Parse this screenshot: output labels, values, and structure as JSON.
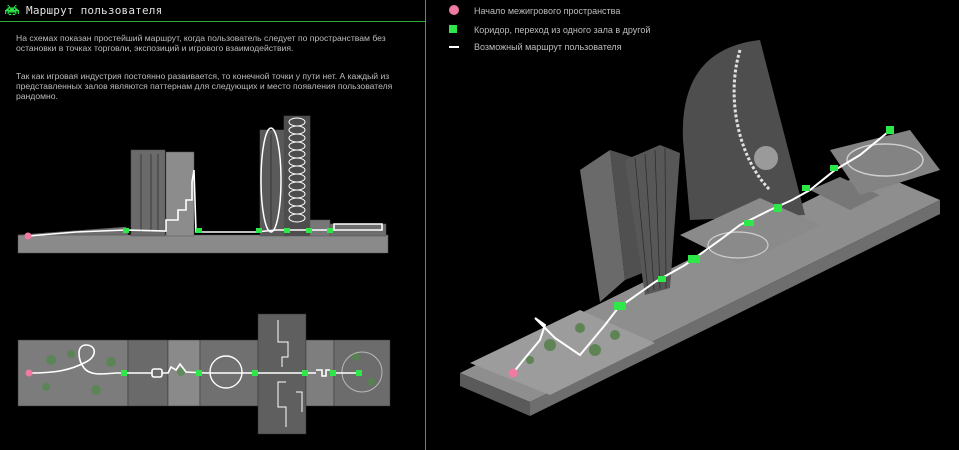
{
  "header": {
    "title": "Маршрут пользователя",
    "logo_icon": "space-invader-icon"
  },
  "description": {
    "p1": "На схемах показан простейший маршрут, когда пользователь следует по пространствам без остановки в точках торговли, экспозиций и игрового взаимодействия.",
    "p2": "Так как игровая индустрия постоянно развивается, то конечной точки у пути нет. А каждый из представленных залов являются паттернам для следующих и место появления пользователя рандомно."
  },
  "legend": [
    {
      "symbol": "pink-dot",
      "label": "Начало межигрового пространства"
    },
    {
      "symbol": "green-square",
      "label": "Коридор, переход из одного зала в другой"
    },
    {
      "symbol": "white-line",
      "label": "Возможный маршрут пользователя"
    }
  ],
  "colors": {
    "accent": "#2fae3a",
    "start": "#f07aa1",
    "corridor": "#2ee84a",
    "route": "#ffffff"
  }
}
